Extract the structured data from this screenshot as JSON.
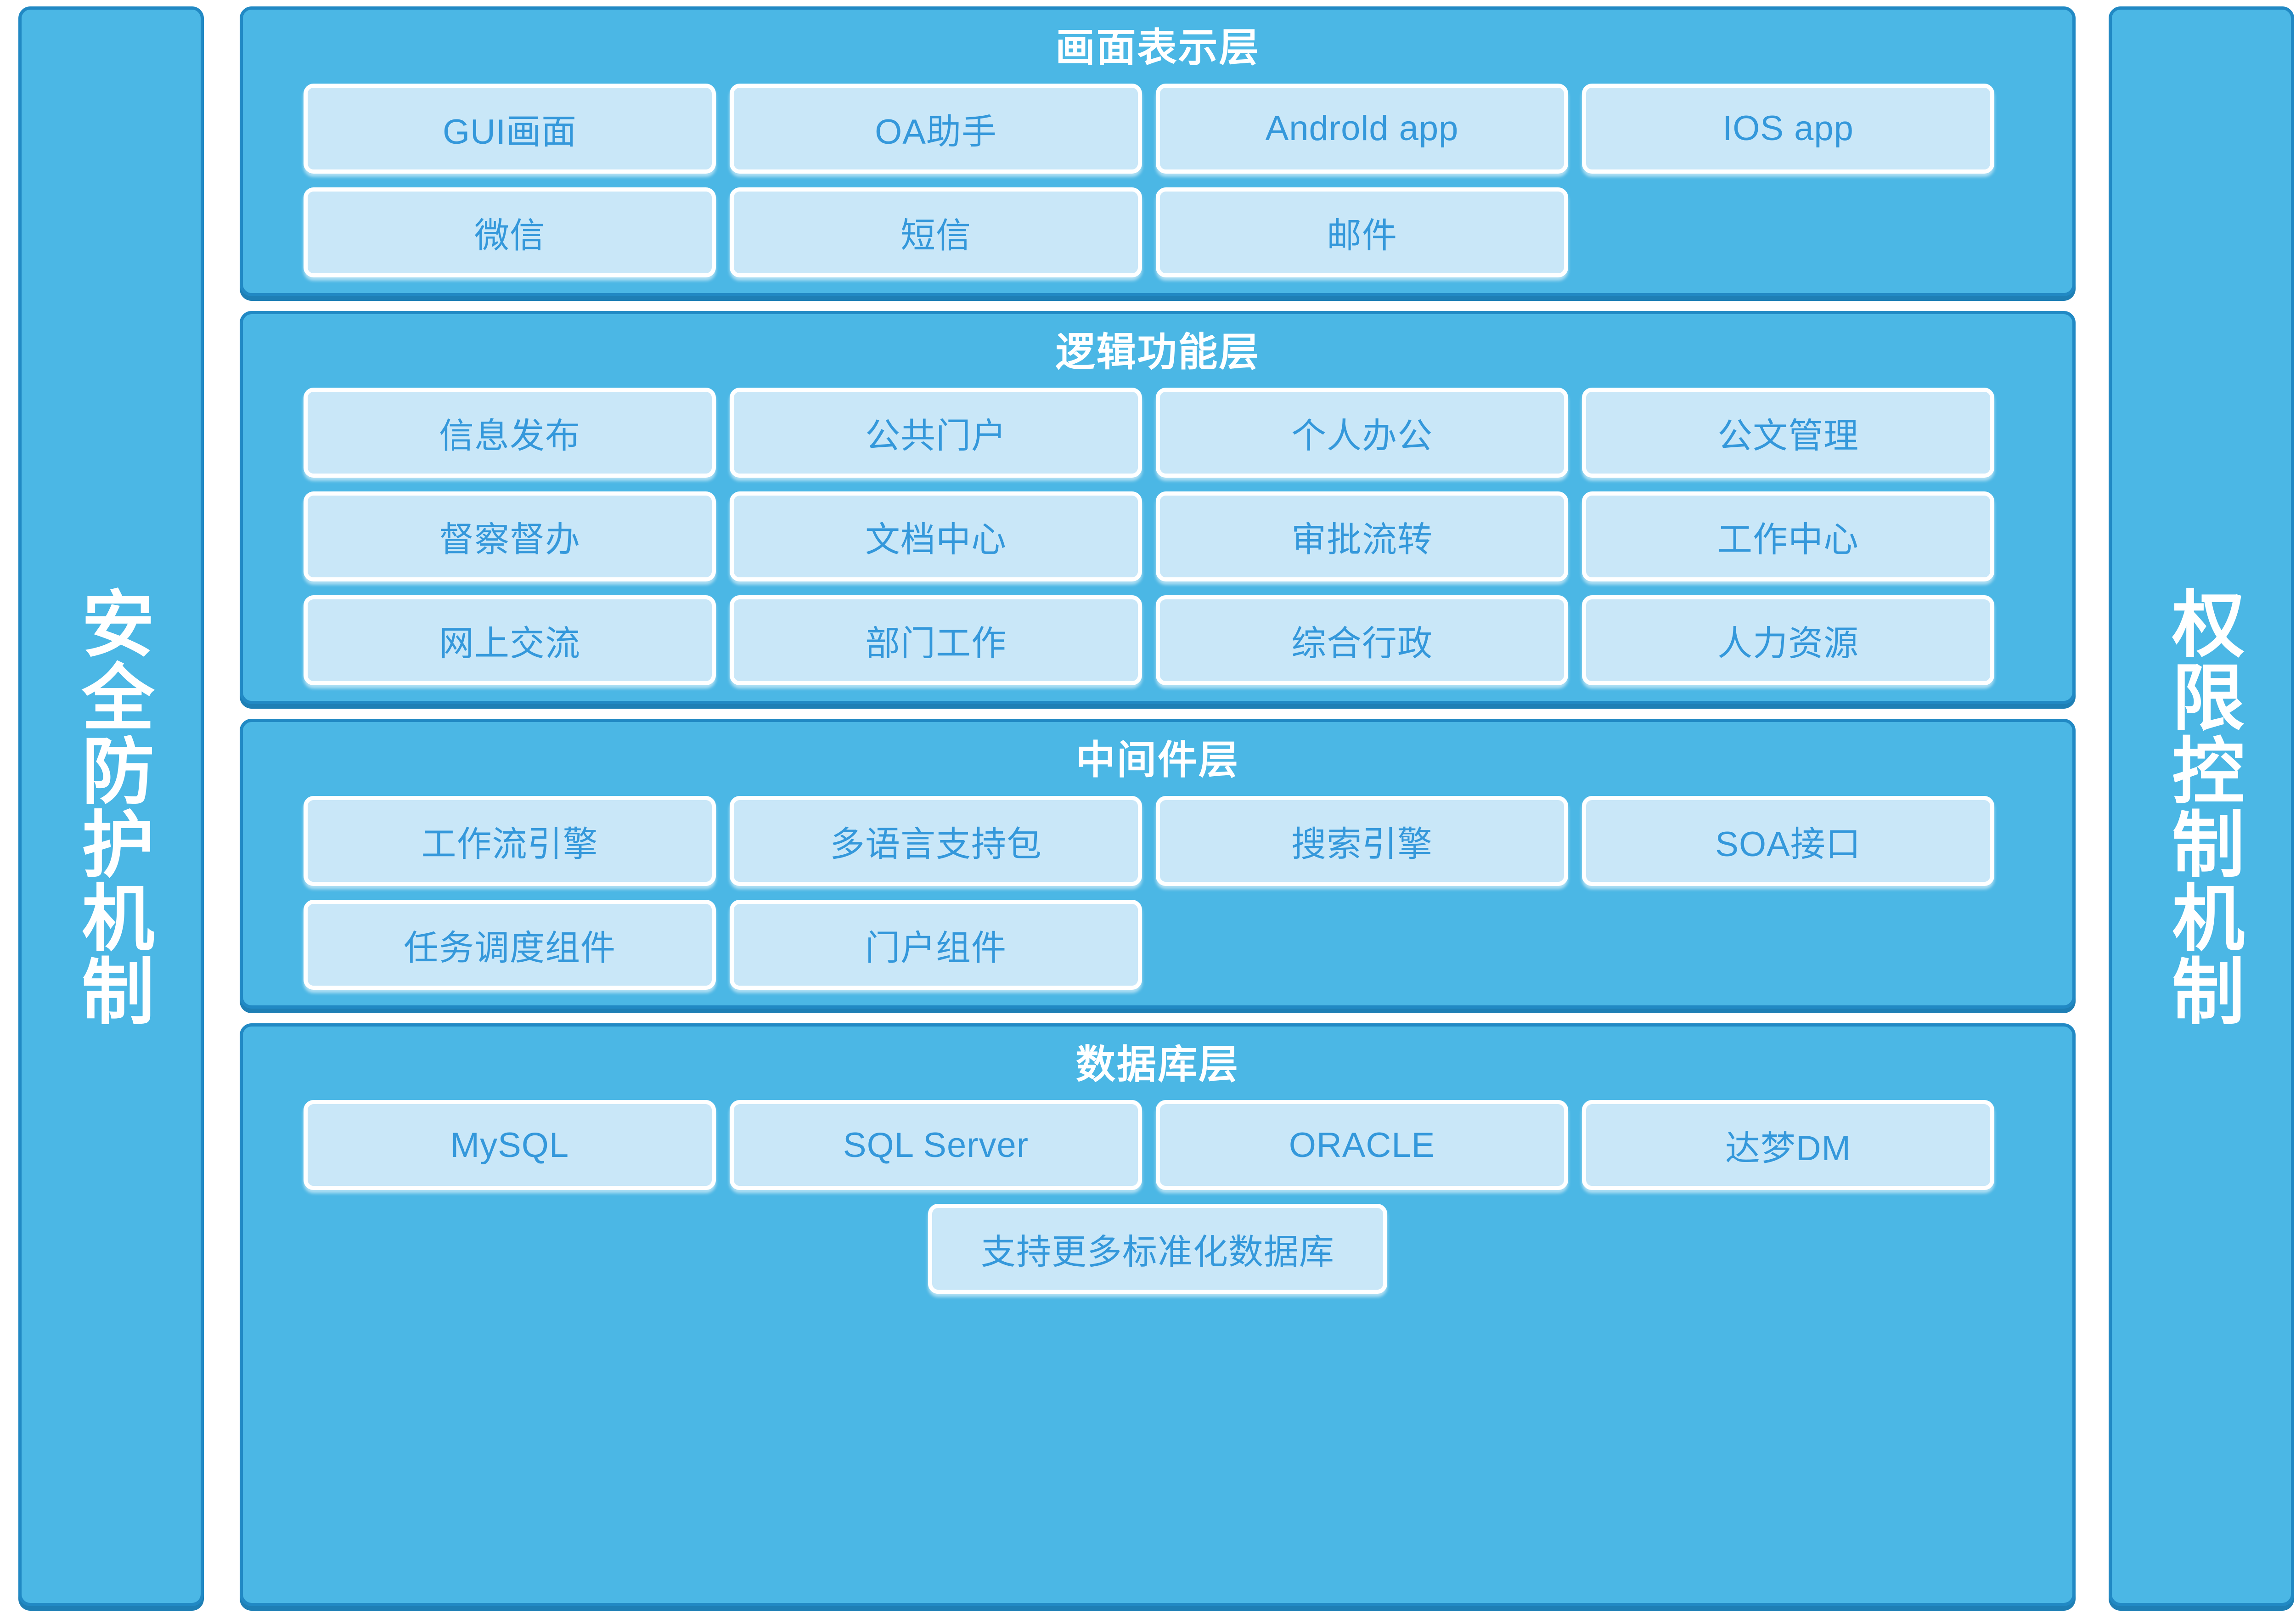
{
  "colors": {
    "panel_bg": "#4BB7E5",
    "panel_border": "#2189C4",
    "panel_shadow": "#1E7FB5",
    "cell_bg": "#C9E7F8",
    "cell_border": "#FFFFFF",
    "cell_text": "#3498DB",
    "title_text": "#FFFFFF"
  },
  "left_pillar": {
    "label": "安全防护机制"
  },
  "right_pillar": {
    "label": "权限控制机制"
  },
  "layers": [
    {
      "title": "画面表示层",
      "rows": [
        [
          "GUI画面",
          "OA助手",
          "Androld app",
          "IOS app"
        ],
        [
          "微信",
          "短信",
          "邮件"
        ]
      ]
    },
    {
      "title": "逻辑功能层",
      "rows": [
        [
          "信息发布",
          "公共门户",
          "个人办公",
          "公文管理"
        ],
        [
          "督察督办",
          "文档中心",
          "审批流转",
          "工作中心"
        ],
        [
          "网上交流",
          "部门工作",
          "综合行政",
          "人力资源"
        ]
      ]
    },
    {
      "title": "中间件层",
      "rows": [
        [
          "工作流引擎",
          "多语言支持包",
          "搜索引擎",
          "SOA接口"
        ],
        [
          "任务调度组件",
          "门户组件"
        ]
      ]
    },
    {
      "title": "数据库层",
      "rows": [
        [
          "MySQL",
          "SQL Server",
          "ORACLE",
          "达梦DM"
        ],
        [
          "支持更多标准化数据库"
        ]
      ]
    }
  ]
}
